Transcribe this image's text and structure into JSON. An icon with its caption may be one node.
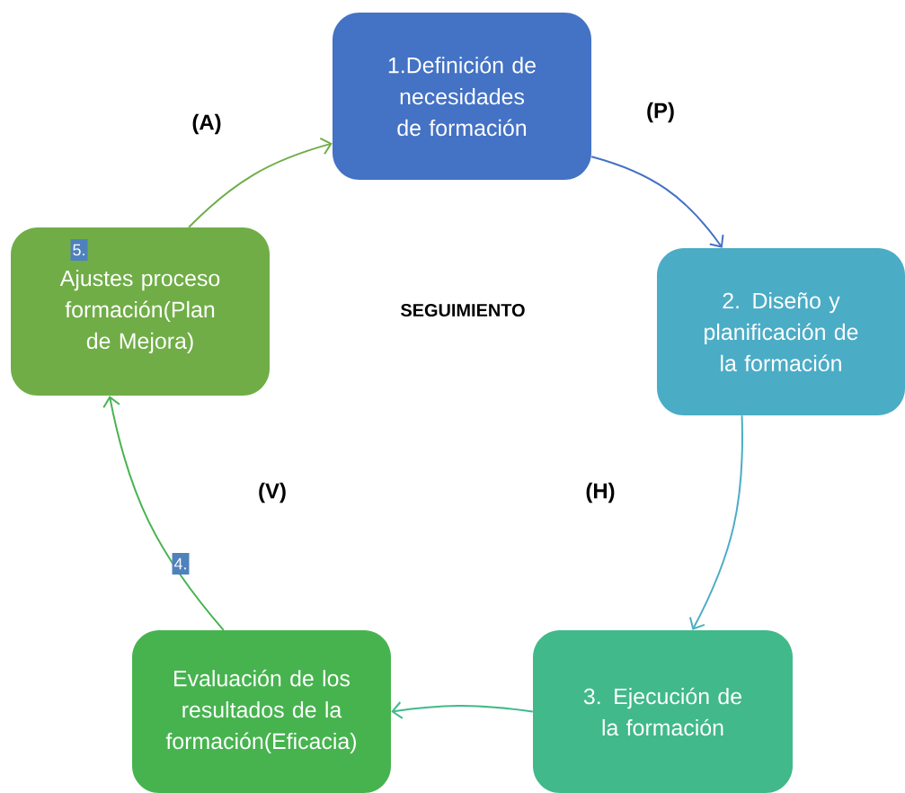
{
  "diagram": {
    "nodes": [
      {
        "text": [
          "1.Definición de necesidades de formación"
        ]
      },
      {
        "text": [
          "2. Diseño y planificación de la formación"
        ]
      },
      {
        "text": [
          "3. Ejecución de la formación"
        ]
      },
      {
        "text": [
          "Evaluación de los resultados de la formación(Eficacia)"
        ]
      },
      {
        "text": [
          "5.",
          "Ajustes proceso formación(Plan de Mejora)"
        ]
      }
    ],
    "edges": [
      {
        "from": 0,
        "to": 1,
        "arrow": "to",
        "color": "#4472c4"
      },
      {
        "from": 1,
        "to": 2,
        "arrow": "to",
        "color": "#4bacc6"
      },
      {
        "from": 2,
        "to": 3,
        "arrow": "to",
        "color": "#41b98a"
      },
      {
        "from": 3,
        "to": 4,
        "arrow": "to",
        "color": "#47b34f"
      },
      {
        "from": 4,
        "to": 0,
        "arrow": "to",
        "color": "#70ad47"
      }
    ],
    "labels": [
      "(A)",
      "(P)",
      "SEGUIMIENTO",
      "(V)",
      "(H)",
      "4."
    ]
  }
}
